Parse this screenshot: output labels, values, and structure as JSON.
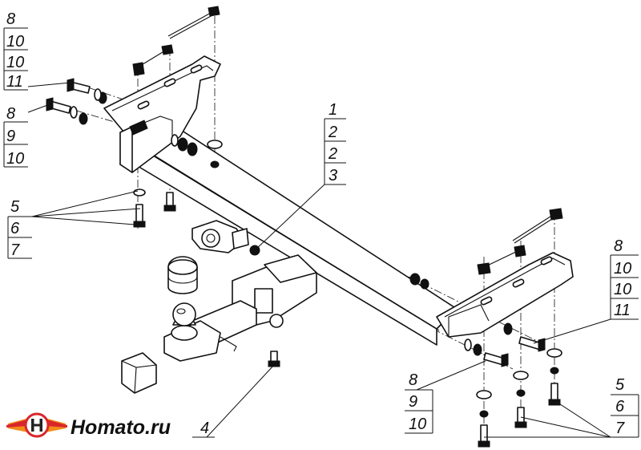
{
  "callouts": {
    "top_left_stack": [
      "8",
      "10",
      "10",
      "11"
    ],
    "left_mid_stack": [
      "8",
      "9",
      "10"
    ],
    "left_bottom_stack": [
      "5",
      "6",
      "7"
    ],
    "center_stack": [
      "1",
      "2",
      "2",
      "3"
    ],
    "right_top_stack": [
      "8",
      "10",
      "10",
      "11"
    ],
    "right_bottom_stack_a": [
      "8",
      "9",
      "10"
    ],
    "right_bottom_stack_b": [
      "5",
      "6",
      "7"
    ],
    "bottom_part": "4"
  },
  "logo": {
    "text": "Homato.ru",
    "icon": "winged-h-emblem-icon",
    "colors": {
      "red": "#d9262b",
      "orange": "#f28c1a",
      "dark": "#222222"
    }
  }
}
